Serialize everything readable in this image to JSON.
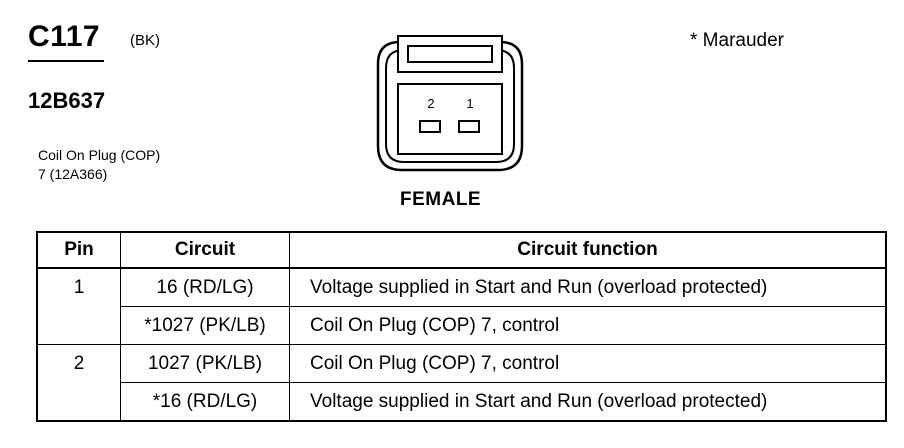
{
  "connector": {
    "id": "C117",
    "color": "(BK)",
    "part_number": "12B637",
    "description_line1": "Coil On Plug (COP)",
    "description_line2": "7 (12A366)",
    "footnote": "* Marauder",
    "view": "FEMALE",
    "pin_labels": [
      "2",
      "1"
    ]
  },
  "table": {
    "headers": {
      "pin": "Pin",
      "circuit": "Circuit",
      "function": "Circuit function"
    },
    "rows": [
      {
        "pin": "1",
        "circuit": "16 (RD/LG)",
        "function": "Voltage supplied in Start and Run (overload protected)"
      },
      {
        "pin": "",
        "circuit": "*1027 (PK/LB)",
        "function": "Coil On Plug (COP) 7, control"
      },
      {
        "pin": "2",
        "circuit": "1027 (PK/LB)",
        "function": "Coil On Plug (COP) 7, control"
      },
      {
        "pin": "",
        "circuit": "*16 (RD/LG)",
        "function": "Voltage supplied in Start and Run (overload protected)"
      }
    ]
  }
}
